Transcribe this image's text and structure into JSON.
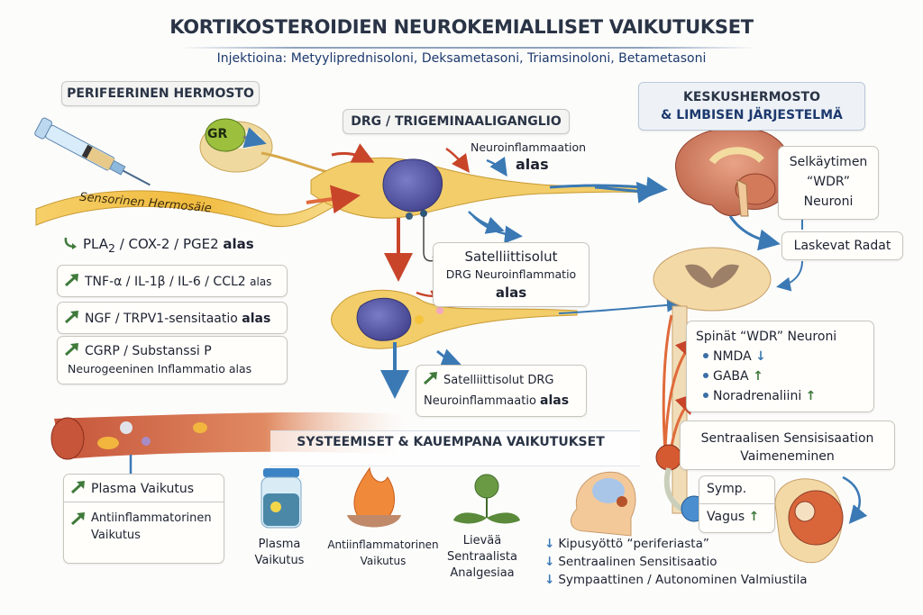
{
  "header": {
    "title": "KORTIKOSTEROIDIEN NEUROKEMIALLISET VAIKUTUKSET",
    "subtitle": "Injektioina: Metyyliprednisoloni, Deksametasoni, Triamsinoloni, Betametasoni"
  },
  "peripheral": {
    "tab_label": "PERIFEERINEN HERMOSTO",
    "gr_label": "GR",
    "sensory_label": "Sensorinen Hermosäie",
    "pla_line": {
      "prefix": "PLA",
      "subscript": "2",
      "rest": " / COX-2 / PGE2 ",
      "suffix": "alas"
    },
    "items": [
      {
        "main": "TNF-α / IL-1β / IL-6 / CCL2 ",
        "suffix": "alas"
      },
      {
        "main": "NGF / TRPV1-sensitaatio ",
        "suffix": "alas"
      },
      {
        "main": "CGRP / Substanssi P",
        "sub": "Neurogeeninen Inflammatio alas"
      }
    ],
    "plasma_box": {
      "row1": "Plasma Vaikutus",
      "row2_line1": "Antiinflammatorinen",
      "row2_line2": "Vaikutus"
    }
  },
  "drg": {
    "tab_label": "DRG / TRIGEMINAALIGANGLIO",
    "neuro_label": "Neuroinflammaation",
    "neuro_alas": "alas",
    "satellite_box_1": {
      "line1": "Satelliittisolut",
      "line2": "DRG Neuroinflammatio",
      "line3": "alas"
    },
    "satellite_box_2": {
      "line1": "Satelliittisolut DRG",
      "line2": "Neuroinflammaatio ",
      "line2_bold": "alas"
    }
  },
  "cns": {
    "tab_line1": "KESKUSHERMOSTO",
    "tab_line2": "& LIMBISEN JÄRJESTELMÄ",
    "selk_box": {
      "line1": "Selkäytimen",
      "line2": "“WDR”",
      "line3": "Neuroni"
    },
    "laskevat": "Laskevat Radat",
    "spinal_box": {
      "title": "Spinät  “WDR” Neuroni",
      "items": [
        {
          "label": "NMDA",
          "direction": "down",
          "arrow": "↓"
        },
        {
          "label": "GABA",
          "direction": "up",
          "arrow": "↑"
        },
        {
          "label": "Noradrenaliini",
          "direction": "up",
          "arrow": "↑"
        }
      ]
    },
    "central_box": {
      "line1": "Sentraalisen Sensisisaation",
      "line2": "Vaimeneminen"
    },
    "symp": "Symp.",
    "vagus": "Vagus",
    "vagus_arrow": "↑"
  },
  "systemic": {
    "tab_label": "SYSTEEMISET & KAUEMPANA VAIKUTUKSET",
    "icons": [
      {
        "icon": "jar-icon",
        "line1": "Plasma",
        "line2": "Vaikutus"
      },
      {
        "icon": "flame-icon",
        "line1": "Antiinflammatorinen",
        "line2": "Vaikutus"
      },
      {
        "icon": "plant-icon",
        "line1": "Lievää",
        "line2": "Sentraalista",
        "line3": "Analgesiaa"
      }
    ],
    "effects": [
      {
        "arrow": "↓",
        "text": "Kipusyöttö “periferiasta”"
      },
      {
        "arrow": "↓",
        "text": "Sentraalinen Sensitisaatio"
      },
      {
        "arrow": "↓",
        "text": "Sympaattinen / Autonominen Valmiustila"
      }
    ]
  },
  "colors": {
    "title": "#2a3446",
    "subtitle": "#1d3a6e",
    "arrow_blue": "#3a79b4",
    "arrow_red": "#c8452a",
    "arrow_green": "#3f7a3a",
    "nerve_yellow": "#f0c34e",
    "nucleus_purple": "#5a5aa8",
    "brain": "#d9856a"
  }
}
